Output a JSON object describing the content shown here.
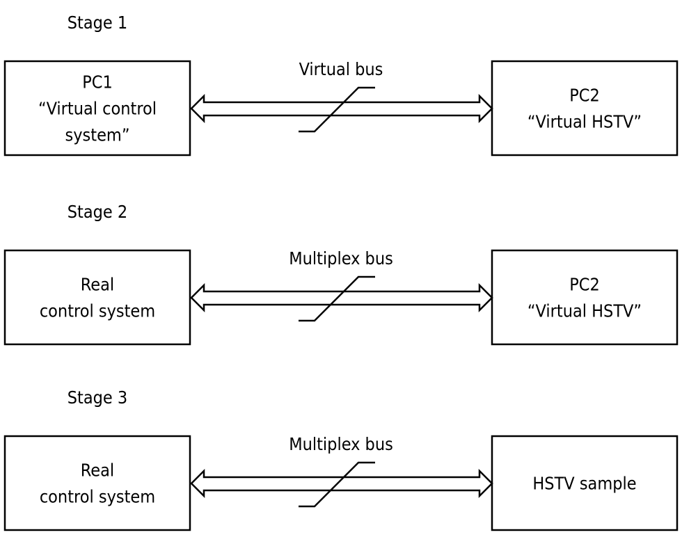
{
  "stages": [
    {
      "label": "Stage 1",
      "bus": "Virtual bus",
      "left": [
        "PC1",
        "“Virtual control",
        "system”"
      ],
      "right": [
        "PC2",
        "“Virtual HSTV”"
      ]
    },
    {
      "label": "Stage 2",
      "bus": "Multiplex bus",
      "left": [
        "Real",
        "control system"
      ],
      "right": [
        "PC2",
        "“Virtual HSTV”"
      ]
    },
    {
      "label": "Stage 3",
      "bus": "Multiplex bus",
      "left": [
        "Real",
        "control system"
      ],
      "right": [
        "HSTV sample"
      ]
    }
  ]
}
